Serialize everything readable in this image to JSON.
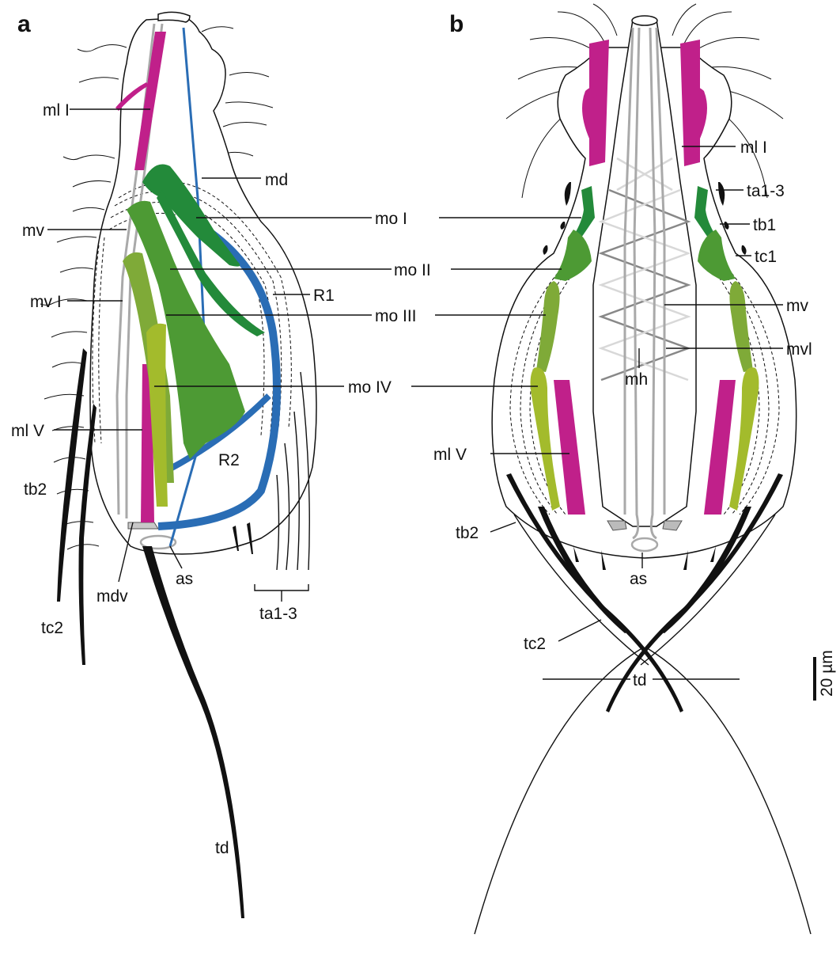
{
  "panels": {
    "a": "a",
    "b": "b"
  },
  "colors": {
    "magenta": "#c0208a",
    "blue": "#2a6db5",
    "green_dark": "#238a3a",
    "green_mid": "#4d9a34",
    "green_light": "#7faa38",
    "green_pale": "#a3bb2c",
    "gray": "#a9a9a9",
    "gray_light": "#d8d8d8",
    "black": "#111111"
  },
  "labels_a": {
    "ml_i": "ml I",
    "md": "md",
    "mv": "mv",
    "mv_i": "mv I",
    "r1": "R1",
    "ml_v": "ml V",
    "r2": "R2",
    "tb2": "tb2",
    "mdv": "mdv",
    "as": "as",
    "ta1_3": "ta1-3",
    "tc2": "tc2",
    "td": "td"
  },
  "labels_shared": {
    "mo_i": "mo I",
    "mo_ii": "mo II",
    "mo_iii": "mo III",
    "mo_iv": "mo IV"
  },
  "labels_b": {
    "ml_i": "ml I",
    "ta1_3": "ta1-3",
    "tb1": "tb1",
    "tc1": "tc1",
    "mv": "mv",
    "mvl": "mvl",
    "mh": "mh",
    "ml_v": "ml V",
    "tb2": "tb2",
    "as": "as",
    "tc2": "tc2",
    "td": "td"
  },
  "scale_bar": {
    "label": "20 µm"
  }
}
